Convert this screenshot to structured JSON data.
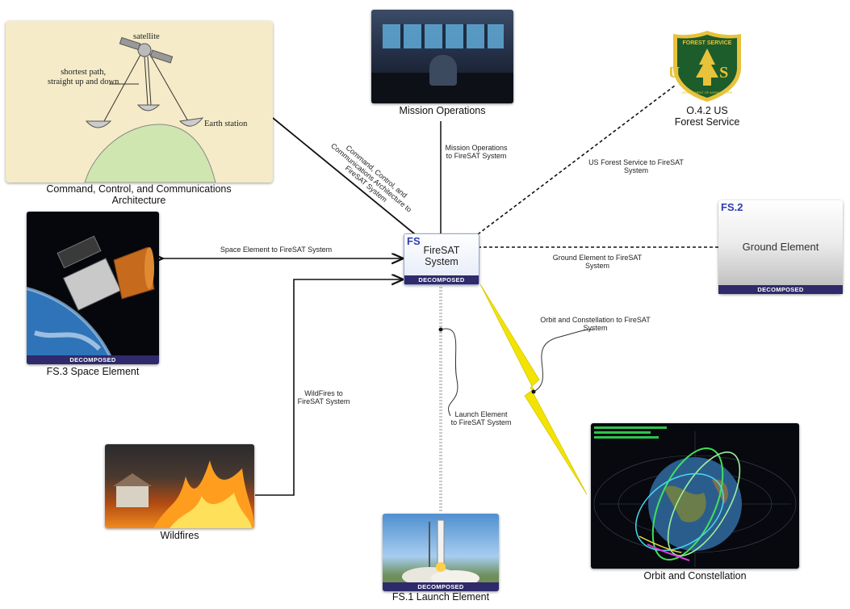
{
  "center": {
    "id": "FS",
    "title_line1": "FireSAT",
    "title_line2": "System",
    "badge": "DECOMPOSED"
  },
  "nodes": {
    "c3": {
      "caption_line1": "Command, Control, and Communications",
      "caption_line2": "Architecture"
    },
    "c3_sketch": {
      "satellite": "satellite",
      "path_line1": "shortest path,",
      "path_line2": "straight up and down",
      "earth_station": "Earth station"
    },
    "mission_ops": {
      "caption": "Mission Operations"
    },
    "usfs": {
      "caption_line1": "O.4.2 US",
      "caption_line2": "Forest Service",
      "logo_top": "FOREST SERVICE",
      "logo_letters": "U S",
      "logo_bottom": "DEPARTMENT OF AGRICULTURE"
    },
    "ground": {
      "id": "FS.2",
      "title": "Ground Element",
      "badge": "DECOMPOSED"
    },
    "space": {
      "caption": "FS.3 Space Element",
      "badge": "DECOMPOSED"
    },
    "wildfires": {
      "caption": "Wildfires"
    },
    "launch": {
      "caption": "FS.1 Launch Element",
      "badge": "DECOMPOSED"
    },
    "orbit": {
      "caption": "Orbit and Constellation"
    }
  },
  "edges": {
    "c3": {
      "line1": "Command, Control, and",
      "line2": "Communications Architecture to",
      "line3": "FireSAT System"
    },
    "mission_ops": {
      "line1": "Mission Operations",
      "line2": "to FireSAT System"
    },
    "usfs": {
      "line1": "US Forest Service to FireSAT",
      "line2": "System"
    },
    "ground": {
      "line1": "Ground Element to FireSAT",
      "line2": "System"
    },
    "space": {
      "line1": "Space Element to FireSAT System"
    },
    "orbit": {
      "line1": "Orbit and Constellation to FireSAT",
      "line2": "System"
    },
    "launch": {
      "line1": "Launch Element",
      "line2": "to FireSAT System"
    },
    "wildfires": {
      "line1": "WildFires to",
      "line2": "FireSAT System"
    }
  },
  "colors": {
    "badge": "#2e2a6b",
    "id_blue": "#2e3bb0",
    "lightning": "#f2e400",
    "usfs_green": "#1d5c2b",
    "usfs_gold": "#e8c23a"
  }
}
